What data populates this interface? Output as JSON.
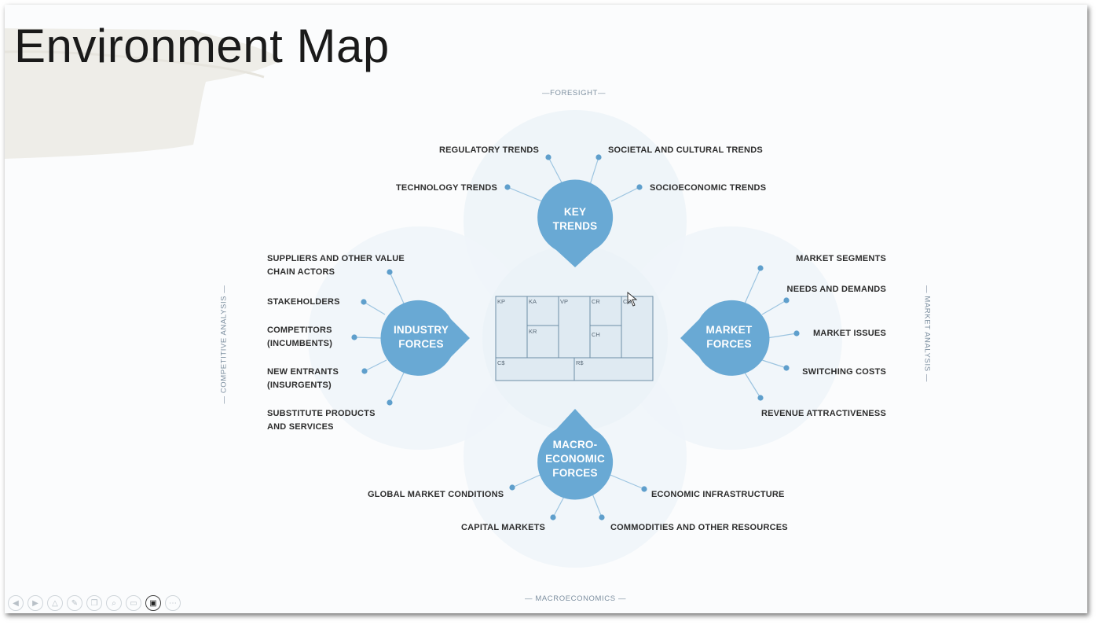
{
  "slide": {
    "title": "Environment Map"
  },
  "axes": {
    "top": "FORESIGHT",
    "bottom": "MACROECONOMICS",
    "left": "COMPETITIVE ANALYSIS",
    "right": "MARKET ANALYSIS"
  },
  "hubs": {
    "key_trends": [
      "KEY",
      "TRENDS"
    ],
    "industry_forces": [
      "INDUSTRY",
      "FORCES"
    ],
    "market_forces": [
      "MARKET",
      "FORCES"
    ],
    "macro_forces": [
      "MACRO-",
      "ECONOMIC",
      "FORCES"
    ]
  },
  "key_trends": {
    "regulatory": "REGULATORY TRENDS",
    "societal": "SOCIETAL AND CULTURAL TRENDS",
    "technology": "TECHNOLOGY TRENDS",
    "socioeconomic": "SOCIOECONOMIC TRENDS"
  },
  "industry_forces": {
    "suppliers": [
      "SUPPLIERS AND OTHER VALUE",
      "CHAIN ACTORS"
    ],
    "stakeholders": "STAKEHOLDERS",
    "competitors": [
      "COMPETITORS",
      "(INCUMBENTS)"
    ],
    "new_entrants": [
      "NEW ENTRANTS",
      "(INSURGENTS)"
    ],
    "substitutes": [
      "SUBSTITUTE PRODUCTS",
      "AND SERVICES"
    ]
  },
  "market_forces": {
    "segments": "MARKET SEGMENTS",
    "needs": "NEEDS AND DEMANDS",
    "issues": "MARKET ISSUES",
    "switching": "SWITCHING COSTS",
    "revenue": "REVENUE ATTRACTIVENESS"
  },
  "macro_forces": {
    "global": "GLOBAL MARKET CONDITIONS",
    "infrastructure": "ECONOMIC INFRASTRUCTURE",
    "capital": "CAPITAL MARKETS",
    "commodities": "COMMODITIES AND OTHER RESOURCES"
  },
  "canvas_cells": {
    "kp": "KP",
    "ka": "KA",
    "vp": "VP",
    "cr": "CR",
    "cs": "CS",
    "kr": "KR",
    "ch": "CH",
    "c_s": "C$",
    "r_s": "R$"
  },
  "colors": {
    "hub": "#69a9d4",
    "dot": "#5f9fcc",
    "connector": "#9cc4e0",
    "halo": "#eef4f8",
    "canvas_fill": "#dfeaf2",
    "canvas_line": "#6e8ea6"
  },
  "toolbar": {
    "icons": [
      "prev-icon",
      "next-icon",
      "home-icon",
      "pen-icon",
      "copy-icon",
      "zoom-icon",
      "screen-icon",
      "camera-icon",
      "more-icon"
    ]
  }
}
